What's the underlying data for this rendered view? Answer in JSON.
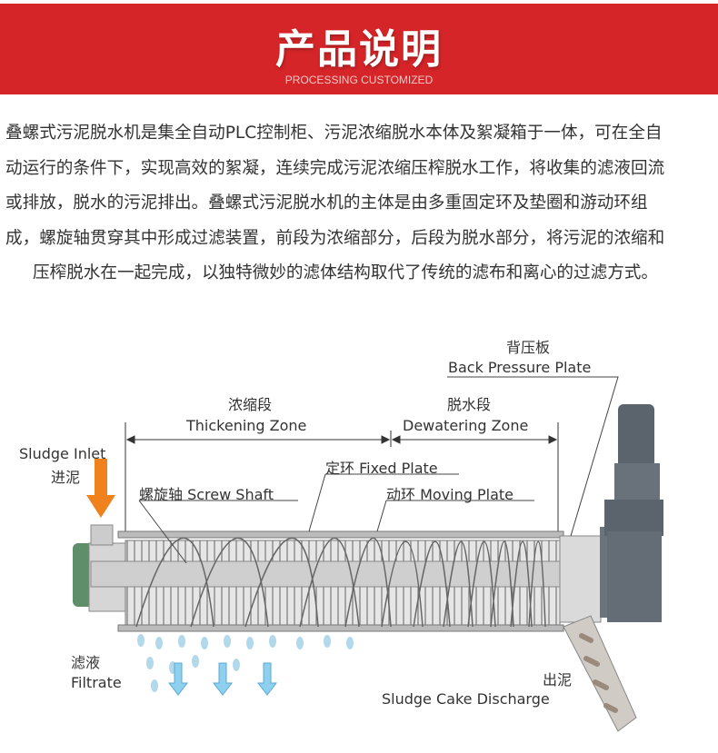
{
  "header": {
    "title": "产品说明",
    "subtitle": "PROCESSING CUSTOMIZED"
  },
  "description": {
    "lines": [
      "叠螺式污泥脱水机是集全自动PLC控制柜、污泥浓缩脱水本体及絮凝箱于一体，可在全自",
      "动运行的条件下，实现高效的絮凝，连续完成污泥浓缩压榨脱水工作，将收集的滤液回流",
      "或排放，脱水的污泥排出。叠螺式污泥脱水机的主体是由多重固定环及垫圈和游动环组",
      "成，螺旋轴贯穿其中形成过滤装置，前段为浓缩部分，后段为脱水部分，将污泥的浓缩和",
      "压榨脱水在一起完成，以独特微妙的滤体结构取代了传统的滤布和离心的过滤方式。"
    ]
  },
  "diagram": {
    "back_pressure_cn": "背压板",
    "back_pressure_en": "Back Pressure Plate",
    "thickening_cn": "浓缩段",
    "thickening_en": "Thickening Zone",
    "dewatering_cn": "脱水段",
    "dewatering_en": "Dewatering Zone",
    "inlet_en": "Sludge Inlet",
    "inlet_cn": "进泥",
    "fixed_plate": "定环 Fixed Plate",
    "screw_shaft": "螺旋轴 Screw Shaft",
    "moving_plate": "动环 Moving Plate",
    "filtrate_cn": "滤液",
    "filtrate_en": "Filtrate",
    "discharge_cn": "出泥",
    "discharge_en": "Sludge Cake Discharge",
    "colors": {
      "inlet_arrow": "#f0821e",
      "filtrate_arrow": "#8fd0ef",
      "banner": "#d52528"
    }
  }
}
